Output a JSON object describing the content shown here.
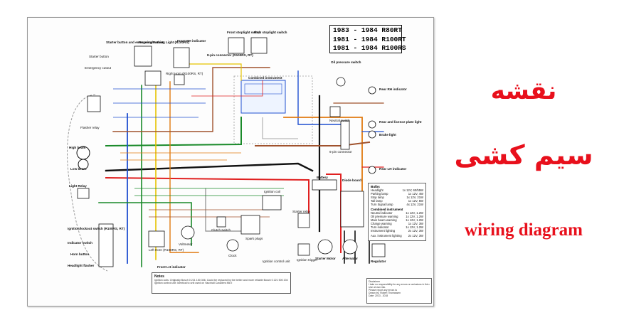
{
  "models": [
    "1983 - 1984 R80RT",
    "1981 - 1984 R100RT",
    "1981 - 1984 R100RS"
  ],
  "labels": {
    "starter_button_emergency": "Starter button and emergency cutout",
    "starter_button": "Starter button",
    "emergency_cutout": "Emergency cutout",
    "running_parking_light": "Running/Parking Light (R100RS)",
    "front_rh_indicator": "Front RH indicator",
    "front_stoplight_switch": "Front stoplight switch",
    "rear_stoplight_switch": "Rear stoplight switch",
    "oil_pressure_switch": "Oil pressure switch",
    "eight_pin_connector": "8-pin connector (R100RS, RT)",
    "right_horn": "Right Horn (R100RS, RT)",
    "combined_instrument": "Combined instrument",
    "neutral_switch": "Neutral switch",
    "rear_rh_indicator": "Rear RH indicator",
    "rear_licence_plate_light": "Rear and licence plate light",
    "brake_light": "Brake light",
    "six_pin_connector": "6-pin connector",
    "rear_lh_indicator": "Rear LH indicator",
    "flasher_relay": "Flasher relay",
    "high_beam": "High beam",
    "low_beam": "Low beam",
    "light_relay": "Light Relay",
    "ignition_lockout_switch": "Ignition/lockout switch (R100RS, RT)",
    "indicator_switch": "Indicator switch",
    "horn_button": "Horn button",
    "headlight_flasher": "Headlight flasher",
    "left_horn": "Left Horn (R100RS, RT)",
    "voltmeter": "Voltmeter",
    "front_lh_indicator": "Front LH indicator",
    "clutch_switch": "Clutch switch",
    "spark_plugs": "Spark plugs",
    "ignition_control_unit": "Ignition control unit",
    "ignition_trigger": "Ignition trigger",
    "clock": "Clock",
    "battery": "Battery",
    "diode_board": "Diode board",
    "starter_relay": "Starter relay",
    "starter_motor": "Starter Motor",
    "alternator": "Alternator",
    "regulator": "Regulator",
    "ignition_coil": "Ignition coil"
  },
  "notes": {
    "title": "Notes",
    "lines": [
      "Ignition coils: Originally Bosch 0 221 150 306. Could be replaced by the better and more reliable Bosch 0 221 500 204",
      "Ignition control unit: Identical to unit used on Vauxhall Cavaliers Mk II"
    ]
  },
  "bulbs": {
    "title": "Bulbs",
    "items": [
      {
        "name": "Headlight",
        "spec": "1x 12V, 60/55W"
      },
      {
        "name": "Parking lamp",
        "spec": "1x 12V, 4W"
      },
      {
        "name": "Stop lamp",
        "spec": "1x 12V, 21W"
      },
      {
        "name": "Tail lamp",
        "spec": "1x 12V, 5W"
      },
      {
        "name": "Turn Signal lamp",
        "spec": "4x 12V, 21W"
      }
    ],
    "instrument_title": "Combined instrument",
    "instrument_items": [
      {
        "name": "Neutral indicator",
        "spec": "1x 12V, 1.2W"
      },
      {
        "name": "Oil pressure warning",
        "spec": "1x 12V, 1.2W"
      },
      {
        "name": "Main beam warning",
        "spec": "1x 12V, 1.2W"
      },
      {
        "name": "Charge warning",
        "spec": "1x 12V, 3W"
      },
      {
        "name": "Turn indicator",
        "spec": "1x 12V, 1.2W"
      },
      {
        "name": "Instrument lighting",
        "spec": "2x 12V, 3W"
      }
    ],
    "aux_item": {
      "name": "Aux. instrument lighting",
      "spec": "2x 12V, 3W"
    }
  },
  "disclaimer": [
    "Disclaimer",
    "I take no responsibility for any errors or omissions in this drawing.",
    "Use at own risk.",
    "Please report any errors to",
    "Drawn by: Robert Thomassen",
    "Date: 2013 - 2018"
  ],
  "title_persian_1": "نقشه",
  "title_persian_2": "سیم کشی",
  "title_english": "wiring diagram",
  "colors": {
    "accent": "#e8101c",
    "wire_black": "#111111",
    "wire_red": "#e02020",
    "wire_green": "#1a8a2a",
    "wire_blue": "#1f4fd0",
    "wire_yellow": "#e6c200",
    "wire_brown": "#a0522d",
    "wire_orange": "#e07a10",
    "wire_grey": "#8c8c8c"
  }
}
